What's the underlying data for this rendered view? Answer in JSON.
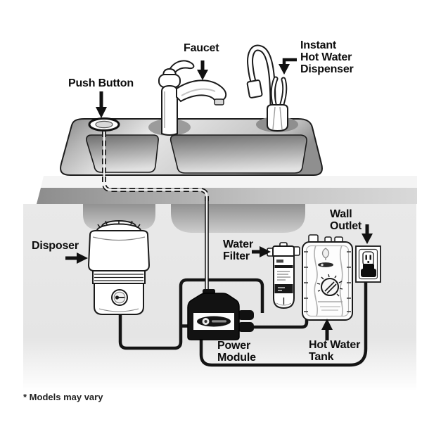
{
  "diagram": {
    "type": "installation-diagram",
    "subject": "Instant hot water dispenser under-sink installation",
    "components": [
      {
        "id": "push-button",
        "label": "Push Button"
      },
      {
        "id": "faucet",
        "label": "Faucet"
      },
      {
        "id": "instant-hot-water-dispenser",
        "label": "Instant\nHot Water\nDispenser"
      },
      {
        "id": "disposer",
        "label": "Disposer"
      },
      {
        "id": "water-filter",
        "label": "Water\nFilter"
      },
      {
        "id": "wall-outlet",
        "label": "Wall\nOutlet"
      },
      {
        "id": "power-module",
        "label": "Power\nModule"
      },
      {
        "id": "hot-water-tank",
        "label": "Hot Water\nTank"
      }
    ],
    "footnote": "* Models may vary",
    "colors": {
      "background": "#ffffff",
      "outline": "#1a1a1a",
      "cord": "#141414",
      "steel": "#c9c9c9",
      "cabinet": "#e8e8e8",
      "label_text": "#0d0d0d"
    }
  }
}
